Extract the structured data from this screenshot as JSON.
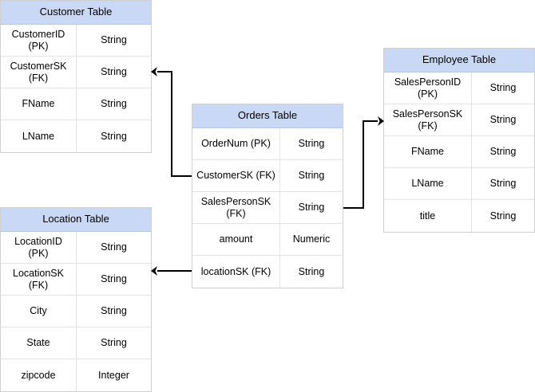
{
  "diagram": {
    "type": "entity-relationship-diagram",
    "background_color": "#ffffff",
    "header_color": "#c9d8f5",
    "border_color": "#cfcfcf",
    "connector_color": "#000000",
    "tables": [
      {
        "id": "customer",
        "title": "Customer Table",
        "rows": [
          {
            "name": "CustomerID (PK)",
            "type": "String"
          },
          {
            "name": "CustomerSK\n(FK)",
            "type": "String"
          },
          {
            "name": "FName",
            "type": "String"
          },
          {
            "name": "LName",
            "type": "String"
          }
        ]
      },
      {
        "id": "location",
        "title": "Location Table",
        "rows": [
          {
            "name": "LocationID (PK)",
            "type": "String"
          },
          {
            "name": "LocationSK (FK)",
            "type": "String"
          },
          {
            "name": "City",
            "type": "String"
          },
          {
            "name": "State",
            "type": "String"
          },
          {
            "name": "zipcode",
            "type": "Integer"
          }
        ]
      },
      {
        "id": "orders",
        "title": "Orders Table",
        "rows": [
          {
            "name": "OrderNum (PK)",
            "type": "String"
          },
          {
            "name": "CustomerSK (FK)",
            "type": "String"
          },
          {
            "name": "SalesPersonSK\n(FK)",
            "type": "String"
          },
          {
            "name": "amount",
            "type": "Numeric"
          },
          {
            "name": "locationSK (FK)",
            "type": "String"
          }
        ]
      },
      {
        "id": "employee",
        "title": "Employee Table",
        "rows": [
          {
            "name": "SalesPersonID (PK)",
            "type": "String"
          },
          {
            "name": "SalesPersonSK\n(FK)",
            "type": "String"
          },
          {
            "name": "FName",
            "type": "String"
          },
          {
            "name": "LName",
            "type": "String"
          },
          {
            "name": "title",
            "type": "String"
          }
        ]
      }
    ],
    "relationships": [
      {
        "id": "orders-to-customer",
        "from": "orders.CustomerSK (FK)",
        "to": "customer.CustomerSK (FK)"
      },
      {
        "id": "orders-to-employee",
        "from": "orders.SalesPersonSK (FK)",
        "to": "employee.SalesPersonSK (FK)"
      },
      {
        "id": "orders-to-location",
        "from": "orders.locationSK (FK)",
        "to": "location.LocationSK (FK)"
      }
    ]
  }
}
